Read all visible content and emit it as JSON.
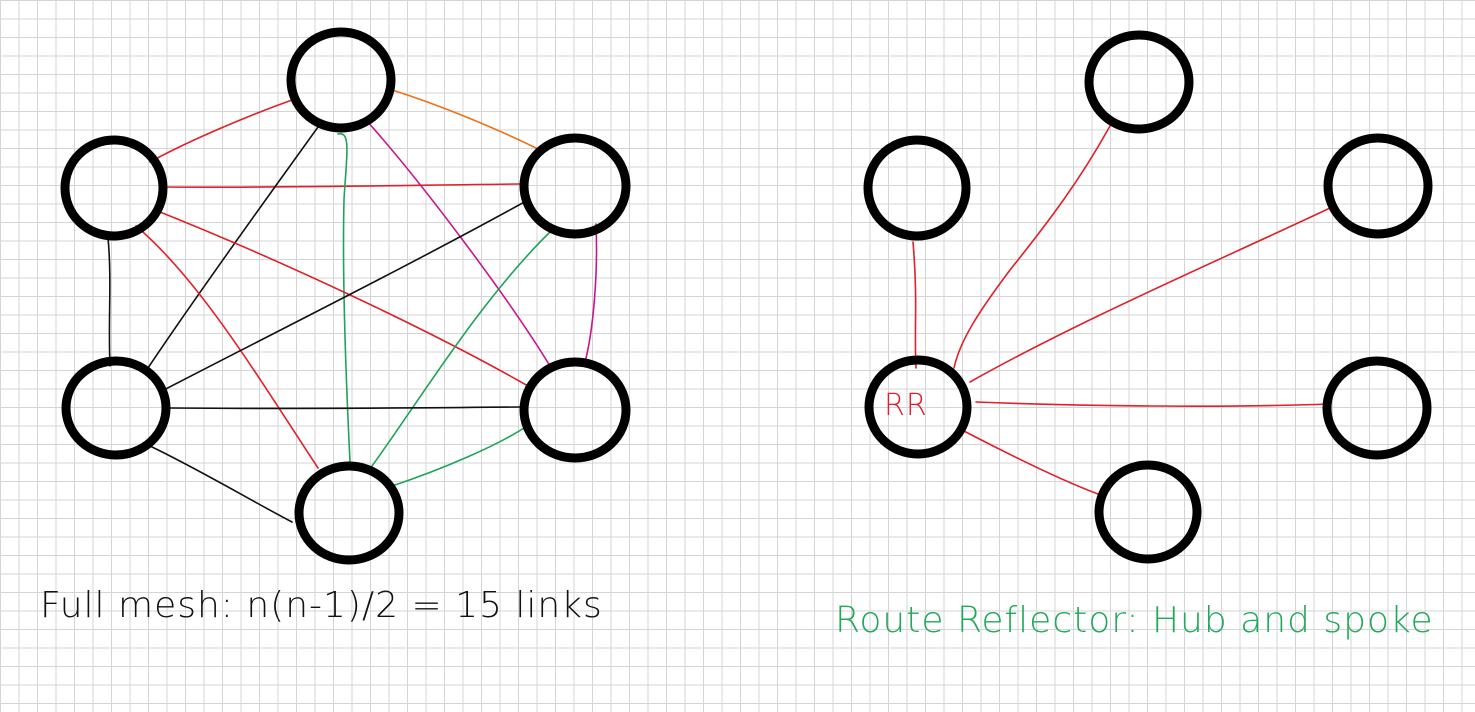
{
  "colors": {
    "node_outline": "#000000",
    "red": "#e0202a",
    "black": "#111111",
    "green": "#1fa35a",
    "magenta": "#c8158f",
    "orange": "#f07014",
    "caption_right": "#22a85a"
  },
  "full_mesh": {
    "caption": "Full mesh: n(n-1)/2 = 15 links",
    "node_count": 6,
    "nodes": [
      "top",
      "upper-left",
      "upper-right",
      "lower-left",
      "lower-right",
      "bottom"
    ],
    "links": [
      {
        "from": "upper-left",
        "to": "top",
        "color": "red"
      },
      {
        "from": "top",
        "to": "upper-right",
        "color": "orange"
      },
      {
        "from": "upper-left",
        "to": "upper-right",
        "color": "red"
      },
      {
        "from": "top",
        "to": "lower-left",
        "color": "black"
      },
      {
        "from": "top",
        "to": "bottom",
        "color": "green"
      },
      {
        "from": "top",
        "to": "lower-right",
        "color": "magenta"
      },
      {
        "from": "upper-left",
        "to": "lower-left",
        "color": "black"
      },
      {
        "from": "upper-left",
        "to": "lower-right",
        "color": "red"
      },
      {
        "from": "upper-left",
        "to": "bottom",
        "color": "red"
      },
      {
        "from": "upper-right",
        "to": "lower-left",
        "color": "black"
      },
      {
        "from": "upper-right",
        "to": "lower-right",
        "color": "magenta"
      },
      {
        "from": "upper-right",
        "to": "bottom",
        "color": "green"
      },
      {
        "from": "lower-left",
        "to": "lower-right",
        "color": "black"
      },
      {
        "from": "lower-left",
        "to": "bottom",
        "color": "black"
      },
      {
        "from": "lower-right",
        "to": "bottom",
        "color": "green"
      }
    ]
  },
  "route_reflector": {
    "caption": "Route Reflector: Hub and spoke",
    "hub_label": "RR",
    "spokes": [
      "upper-left",
      "top",
      "upper-right",
      "right",
      "bottom"
    ],
    "spoke_color": "red"
  }
}
